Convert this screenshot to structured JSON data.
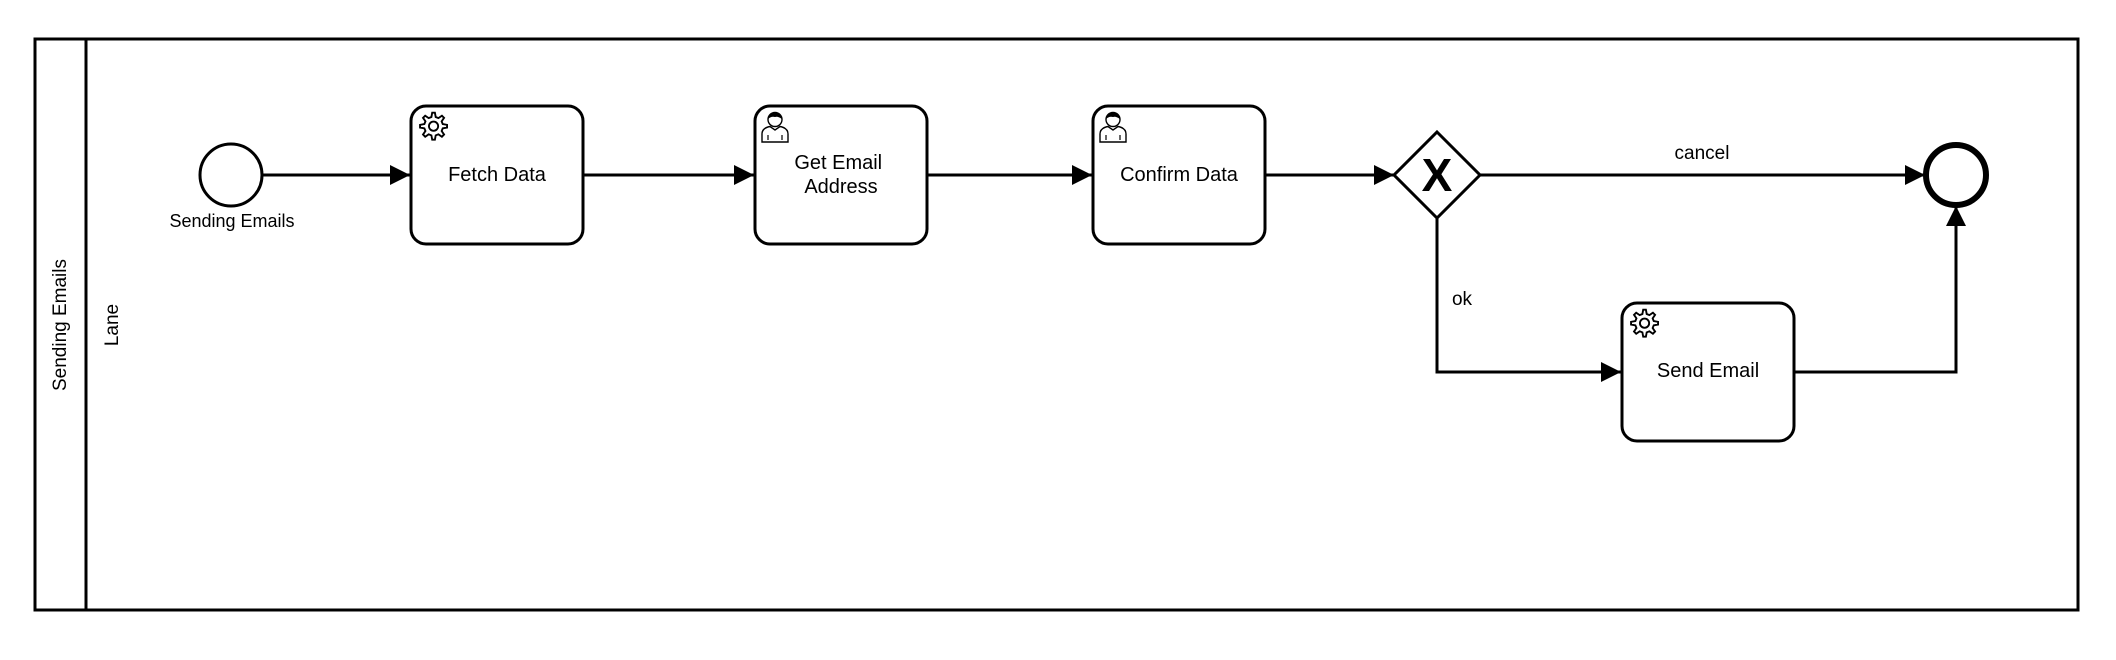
{
  "pool": {
    "label": "Sending Emails"
  },
  "lane": {
    "label": "Lane"
  },
  "start_event": {
    "label": "Sending Emails"
  },
  "tasks": {
    "fetch_data": {
      "label": "Fetch Data",
      "type": "service",
      "icon": "gear-icon"
    },
    "get_email_address": {
      "lines": [
        "Get Email",
        "Address"
      ],
      "type": "user",
      "icon": "user-icon"
    },
    "confirm_data": {
      "label": "Confirm Data",
      "type": "user",
      "icon": "user-icon"
    },
    "send_email": {
      "label": "Send Email",
      "type": "service",
      "icon": "gear-icon"
    }
  },
  "gateway": {
    "type": "exclusive",
    "marker": "X"
  },
  "flows": {
    "cancel_label": "cancel",
    "ok_label": "ok"
  },
  "colors": {
    "stroke": "#000000",
    "background": "#ffffff"
  }
}
